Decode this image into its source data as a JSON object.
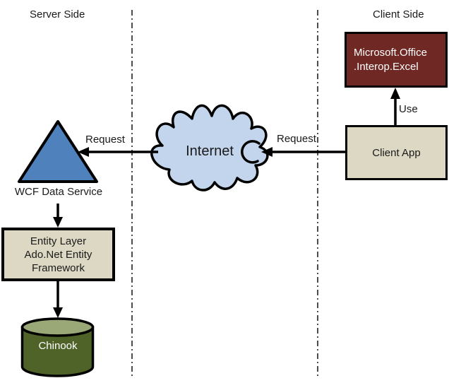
{
  "headers": {
    "server_side": "Server Side",
    "client_side": "Client Side"
  },
  "nodes": {
    "interop": {
      "line1": "Microsoft.Office",
      "line2": ".Interop.Excel"
    },
    "client_app": {
      "label": "Client App"
    },
    "internet": {
      "label": "Internet"
    },
    "wcf": {
      "label": "WCF Data Service"
    },
    "entity": {
      "line1": "Entity Layer",
      "line2": "Ado.Net Entity",
      "line3": "Framework"
    },
    "chinook": {
      "label": "Chinook"
    }
  },
  "edges": {
    "use": {
      "label": "Use"
    },
    "request_client_to_internet": {
      "label": "Request"
    },
    "request_internet_to_wcf": {
      "label": "Request"
    }
  },
  "colors": {
    "maroon_box": "#6f2823",
    "beige_box": "#ddd8c3",
    "triangle_blue": "#4f81bd",
    "cloud_fill": "#c3d5ec",
    "cylinder_body": "#4f6228",
    "cylinder_top": "#9aa878",
    "line_black": "#000000",
    "text_dark": "#1a1a1a",
    "text_light": "#ffffff"
  }
}
